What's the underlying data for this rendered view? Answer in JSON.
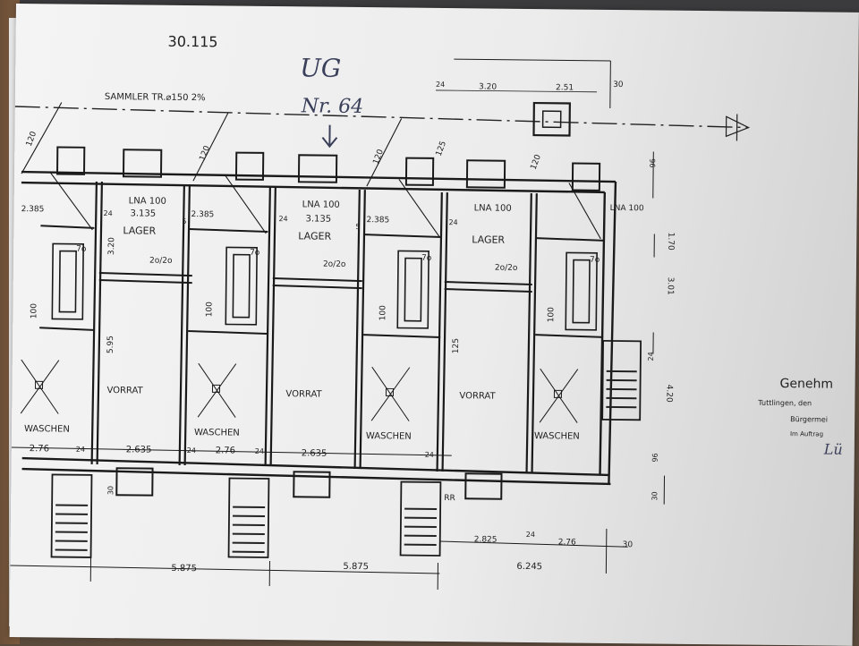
{
  "sheet": {
    "number": "30.115",
    "floor_label": "UG",
    "plan_no": "Nr. 64",
    "sewer_note": "SAMMLER  TR.⌀150  2%"
  },
  "units": [
    {
      "storage": {
        "name": "LAGER",
        "door": "LNA 100",
        "width": "3.135",
        "opening": "2o/2o"
      },
      "stair_room_width": "2.385",
      "laundry": {
        "name": "WASCHEN",
        "width": "2.76"
      },
      "pantry": {
        "name": "VORRAT",
        "width": "2.635",
        "height": "5.95"
      },
      "shaft_height": "100"
    },
    {
      "storage": {
        "name": "LAGER",
        "door": "LNA 100",
        "width": "3.135",
        "opening": "2o/2o"
      },
      "stair_room_width": "2.385",
      "laundry": {
        "name": "WASCHEN",
        "width": "2.76"
      },
      "pantry": {
        "name": "VORRAT",
        "width": "2.635"
      },
      "shaft_height": "100"
    },
    {
      "storage": {
        "name": "LAGER",
        "door": "LNA 100",
        "opening": "2o/2o"
      },
      "laundry": {
        "name": "WASCHEN"
      },
      "pantry": {
        "name": "VORRAT"
      },
      "shaft_height": "100"
    }
  ],
  "dimensions": {
    "wall": "24",
    "wall_small": "30",
    "diag_120": "120",
    "diag_125": "125",
    "seventy": "7o",
    "five": "5",
    "top_320": "3.20",
    "top_251": "2.51",
    "top_30": "30",
    "top_24": "24",
    "right_door": "LNA 100",
    "right_170": "1.70",
    "right_301": "3.01",
    "right_420": "4.20",
    "right_96": "96",
    "height_320": "3.20",
    "height_125": "125",
    "bottom_5875_a": "5.875",
    "bottom_5875_b": "5.875",
    "bottom_6245": "6.245",
    "bottom_2825": "2.825",
    "bottom_276": "2.76",
    "bottom_30": "30",
    "rr": "RR"
  },
  "stamp": {
    "line1": "Genehm",
    "line2": "Tuttlingen, den",
    "line3": "Bürgermei",
    "line4": "Im Auftrag",
    "signature": "Lü"
  }
}
